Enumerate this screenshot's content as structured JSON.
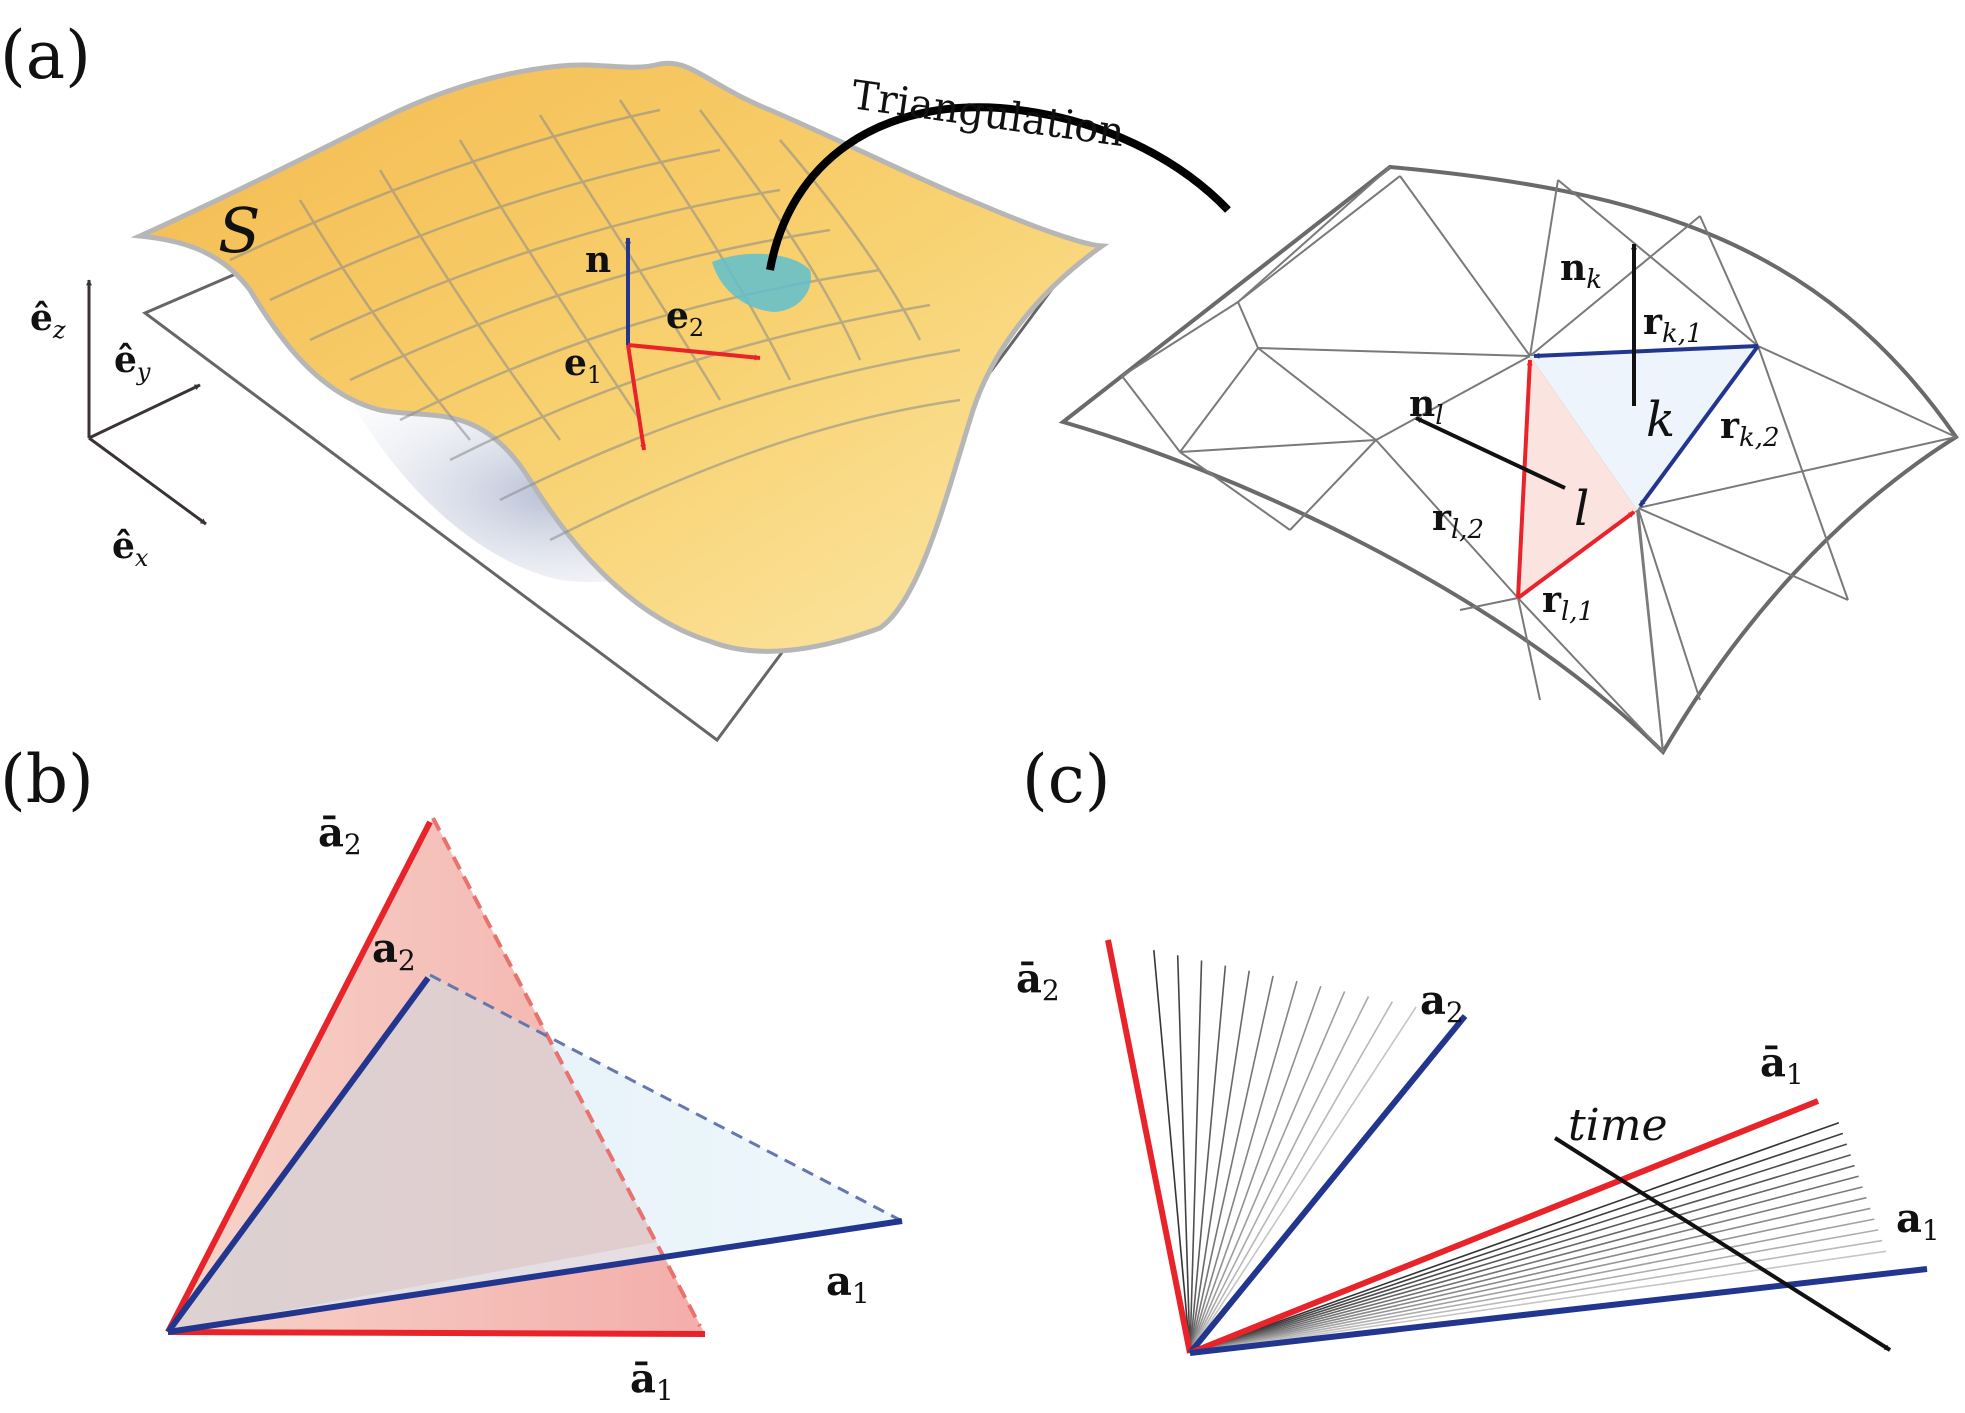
{
  "panels": {
    "a": "(a)",
    "b": "(b)",
    "c": "(c)"
  },
  "panel_a": {
    "surface_label": "S",
    "basis": {
      "ez_main": "ê",
      "ez_sub": "z",
      "ey_main": "ê",
      "ey_sub": "y",
      "ex_main": "ê",
      "ex_sub": "x"
    },
    "frame": {
      "n": "n",
      "e1_main": "e",
      "e1_sub": "1",
      "e2_main": "e",
      "e2_sub": "2"
    },
    "arrow_caption": "Triangulation",
    "mesh": {
      "nk_main": "n",
      "nk_sub": "k",
      "nl_main": "n",
      "nl_sub": "l",
      "rk1_main": "r",
      "rk1_sub": "k,1",
      "rk2_main": "r",
      "rk2_sub": "k,2",
      "rl1_main": "r",
      "rl1_sub": "l,1",
      "rl2_main": "r",
      "rl2_sub": "l,2",
      "k": "k",
      "l": "l"
    }
  },
  "panel_b": {
    "abar2_main": "ā",
    "abar2_sub": "2",
    "a2_main": "a",
    "a2_sub": "2",
    "a1_main": "a",
    "a1_sub": "1",
    "abar1_main": "ā",
    "abar1_sub": "1"
  },
  "panel_c": {
    "abar2_main": "ā",
    "abar2_sub": "2",
    "a2_main": "a",
    "a2_sub": "2",
    "abar1_main": "ā",
    "abar1_sub": "1",
    "a1_main": "a",
    "a1_sub": "1",
    "time": "time"
  },
  "colors": {
    "red": "#e8232a",
    "blue": "#23368f",
    "surface": "#f7c862",
    "patch": "#5fbfcf"
  }
}
